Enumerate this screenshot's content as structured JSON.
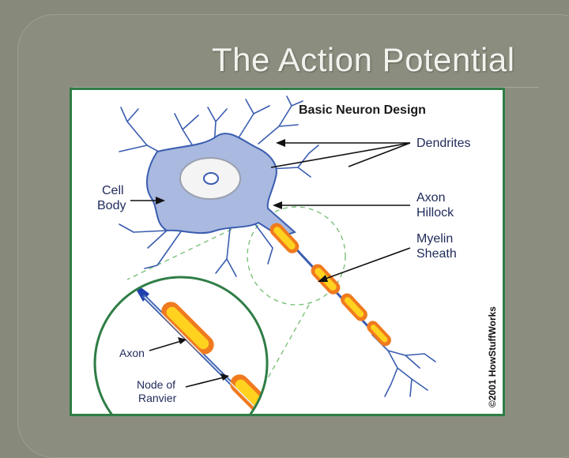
{
  "slide": {
    "title": "The Action Potential"
  },
  "diagram": {
    "heading": "Basic Neuron Design",
    "labels": {
      "dendrites": "Dendrites",
      "cell_body_1": "Cell",
      "cell_body_2": "Body",
      "axon_hillock_1": "Axon",
      "axon_hillock_2": "Hillock",
      "myelin_1": "Myelin",
      "myelin_2": "Sheath",
      "axon": "Axon",
      "node_1": "Node of",
      "node_2": "Ranvier"
    },
    "copyright": "©2001 HowStuffWorks",
    "colors": {
      "cell_fill": "#a9b9df",
      "cell_stroke": "#3a5db0",
      "myelin_orange": "#f07a1e",
      "myelin_yellow": "#ffd21f",
      "frame_green": "#2f7d45",
      "dashed_green": "#7cc07a"
    }
  }
}
